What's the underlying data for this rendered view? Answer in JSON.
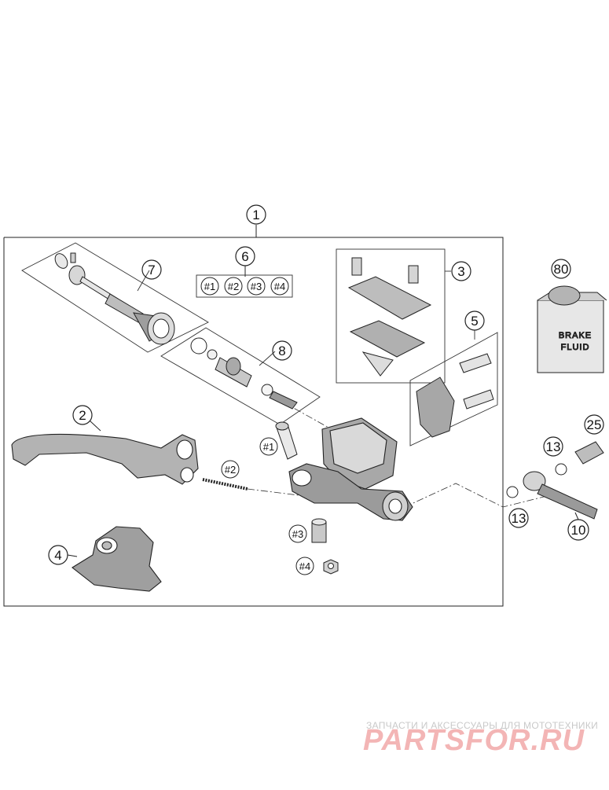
{
  "diagram": {
    "callouts": {
      "c1": "1",
      "c2": "2",
      "c3": "3",
      "c4": "4",
      "c5": "5",
      "c6": "6",
      "c7": "7",
      "c8": "8",
      "c10": "10",
      "c13a": "13",
      "c13b": "13",
      "c25": "25",
      "c80": "80"
    },
    "kit_items": {
      "k1": "#1",
      "k2": "#2",
      "k3": "#3",
      "k4": "#4"
    },
    "part_labels": {
      "p1": "#1",
      "p2": "#2",
      "p3": "#3",
      "p4": "#4"
    },
    "can_label": {
      "line1": "BRAKE",
      "line2": "FLUID"
    }
  },
  "watermark": {
    "tagline": "ЗАПЧАСТИ И АКСЕССУАРЫ ДЛЯ МОТОТЕХНИКИ",
    "brand": "PARTSFOR.RU"
  }
}
